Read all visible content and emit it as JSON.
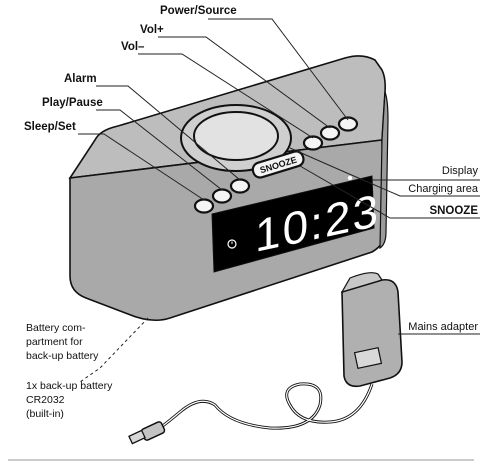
{
  "labels": {
    "power_source": "Power/Source",
    "vol_plus": "Vol+",
    "vol_minus": "Vol–",
    "alarm": "Alarm",
    "play_pause": "Play/Pause",
    "sleep_set": "Sleep/Set",
    "display": "Display",
    "charging_area": "Charging area",
    "snooze": "SNOOZE",
    "mains_adapter": "Mains adapter"
  },
  "device": {
    "time_display": "10:23",
    "snooze_button": "SNOOZE"
  },
  "notes": {
    "battery_compartment": [
      "Battery com-",
      "partment for",
      "back-up battery"
    ],
    "backup_battery": [
      "1x back-up battery",
      "CR2032",
      "(built-in)"
    ]
  },
  "colors": {
    "device_top": "#bdbdbd",
    "device_front": "#a9a9a9",
    "display_panel": "#000000",
    "digits": "#ffffff",
    "outline": "#111111"
  }
}
